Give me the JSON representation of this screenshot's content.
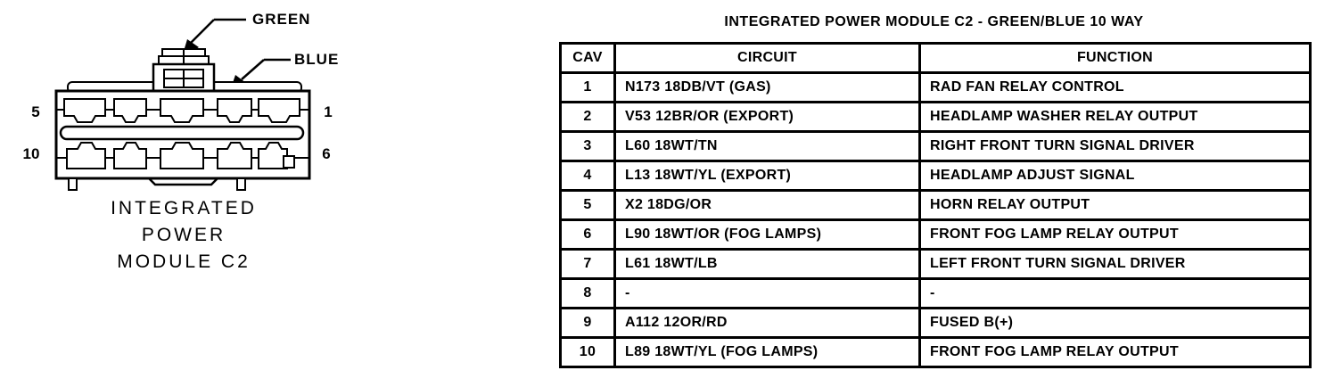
{
  "connector": {
    "callouts": {
      "green": "GREEN",
      "blue": "BLUE"
    },
    "pins": {
      "top_left": "5",
      "top_right": "1",
      "bottom_left": "10",
      "bottom_right": "6"
    },
    "caption_lines": [
      "INTEGRATED",
      "POWER",
      "MODULE C2"
    ]
  },
  "table": {
    "title": "INTEGRATED POWER MODULE C2 - GREEN/BLUE 10 WAY",
    "headers": [
      "CAV",
      "CIRCUIT",
      "FUNCTION"
    ],
    "rows": [
      {
        "cav": "1",
        "circuit": "N173 18DB/VT (GAS)",
        "function": "RAD FAN RELAY CONTROL"
      },
      {
        "cav": "2",
        "circuit": "V53 12BR/OR (EXPORT)",
        "function": "HEADLAMP WASHER RELAY OUTPUT"
      },
      {
        "cav": "3",
        "circuit": "L60 18WT/TN",
        "function": "RIGHT FRONT TURN SIGNAL DRIVER"
      },
      {
        "cav": "4",
        "circuit": "L13 18WT/YL (EXPORT)",
        "function": "HEADLAMP ADJUST SIGNAL"
      },
      {
        "cav": "5",
        "circuit": "X2 18DG/OR",
        "function": "HORN RELAY OUTPUT"
      },
      {
        "cav": "6",
        "circuit": "L90 18WT/OR (FOG LAMPS)",
        "function": "FRONT FOG LAMP RELAY OUTPUT"
      },
      {
        "cav": "7",
        "circuit": "L61 18WT/LB",
        "function": "LEFT FRONT TURN SIGNAL DRIVER"
      },
      {
        "cav": "8",
        "circuit": "-",
        "function": "-"
      },
      {
        "cav": "9",
        "circuit": "A112 12OR/RD",
        "function": "FUSED B(+)"
      },
      {
        "cav": "10",
        "circuit": "L89 18WT/YL (FOG LAMPS)",
        "function": "FRONT FOG LAMP RELAY OUTPUT"
      }
    ]
  },
  "colors": {
    "ink": "#000000",
    "background": "#ffffff"
  }
}
